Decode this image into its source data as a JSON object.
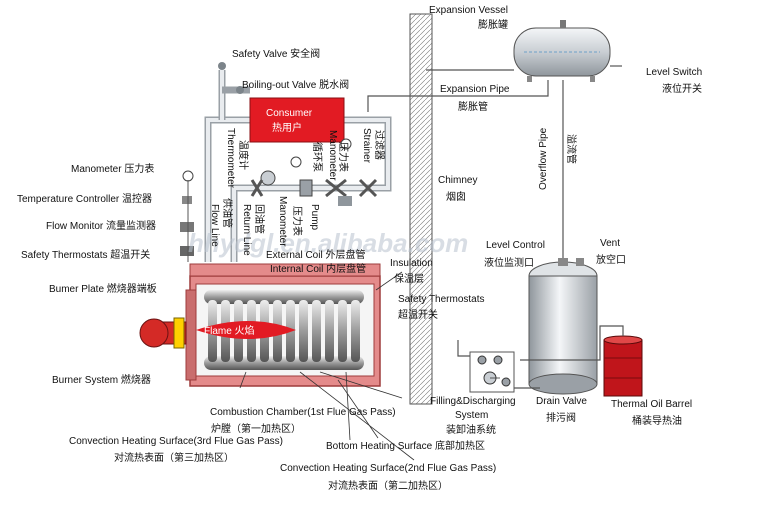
{
  "labels": {
    "expansion_vessel": "Expansion Vessel",
    "expansion_vessel_cn": "膨胀罐",
    "safety_valve": "Safety Valve 安全阀",
    "boiling_out_valve": "Boiling-out Valve 脱水阀",
    "consumer": "Consumer",
    "consumer_cn": "热用户",
    "expansion_pipe": "Expansion Pipe",
    "expansion_pipe_cn": "膨胀管",
    "level_switch": "Level Switch",
    "level_switch_cn": "液位开关",
    "manometer_left": "Manometer 压力表",
    "temperature_controller": "Temperature Controller 温控器",
    "flow_monitor": "Flow Monitor 流量监测器",
    "safety_thermostats_left": "Safety Thermostats 超温开关",
    "burner_plate": "Bumer Plate 燃烧器端板",
    "burner_system": "Burner System 燃烧器",
    "thermometer": "Thermometer",
    "thermometer_cn": "温度计",
    "flow_line": "Flow Line",
    "flow_line_cn": "供油管",
    "return_line": "Return Line",
    "return_line_cn": "回油管",
    "manometer_mid": "Manometer",
    "manometer_mid_cn": "压力表",
    "pump": "Pump",
    "pump_cn": "循环泵",
    "manometer_right": "Manometer",
    "manometer_right_cn": "压力表",
    "strainer": "Strainer",
    "strainer_cn": "过滤器",
    "chimney": "Chimney",
    "chimney_cn": "烟囱",
    "overflow_pipe": "Overflow Pipe",
    "overflow_pipe_cn": "溢流管",
    "level_control": "Level Control",
    "level_control_cn": "液位监测口",
    "vent": "Vent",
    "vent_cn": "放空口",
    "external_coil": "External Coil 外层盘管",
    "internal_coil": "Internal Coil 内层盘管",
    "insulation": "Insulation",
    "insulation_cn": "保温层",
    "safety_thermostats_right": "Safety Thermostats",
    "safety_thermostats_right_cn": "超温开关",
    "flame": "Flame 火焰",
    "filling_discharging": "Filling&Discharging",
    "filling_discharging_2": "System",
    "filling_discharging_cn": "装卸油系统",
    "drain_valve": "Drain Valve",
    "drain_valve_cn": "排污阀",
    "thermal_oil_barrel": "Thermal Oil   Barrel",
    "thermal_oil_barrel_cn": "桶装导热油",
    "combustion_chamber": "Combustion Chamber(1st Flue Gas Pass)",
    "combustion_chamber_cn": "炉膛（第一加热区）",
    "convection_3rd": "Convection Heating Surface(3rd Flue Gas Pass)",
    "convection_3rd_cn": "对流热表面（第三加热区）",
    "bottom_heating": "Bottom Heating Surface 底部加热区",
    "convection_2nd": "Convection Heating Surface(2nd Flue Gas Pass)",
    "convection_2nd_cn": "对流热表面（第二加热区）",
    "watermark": "hhydgl.en.alibaba.com"
  },
  "colors": {
    "boiler": "#e48b8b",
    "boiler_edge": "#c0392b",
    "consumer": "#e21b23",
    "burner": "#d42a26",
    "barrel": "#c0151b",
    "steel": "#c9ced3"
  }
}
